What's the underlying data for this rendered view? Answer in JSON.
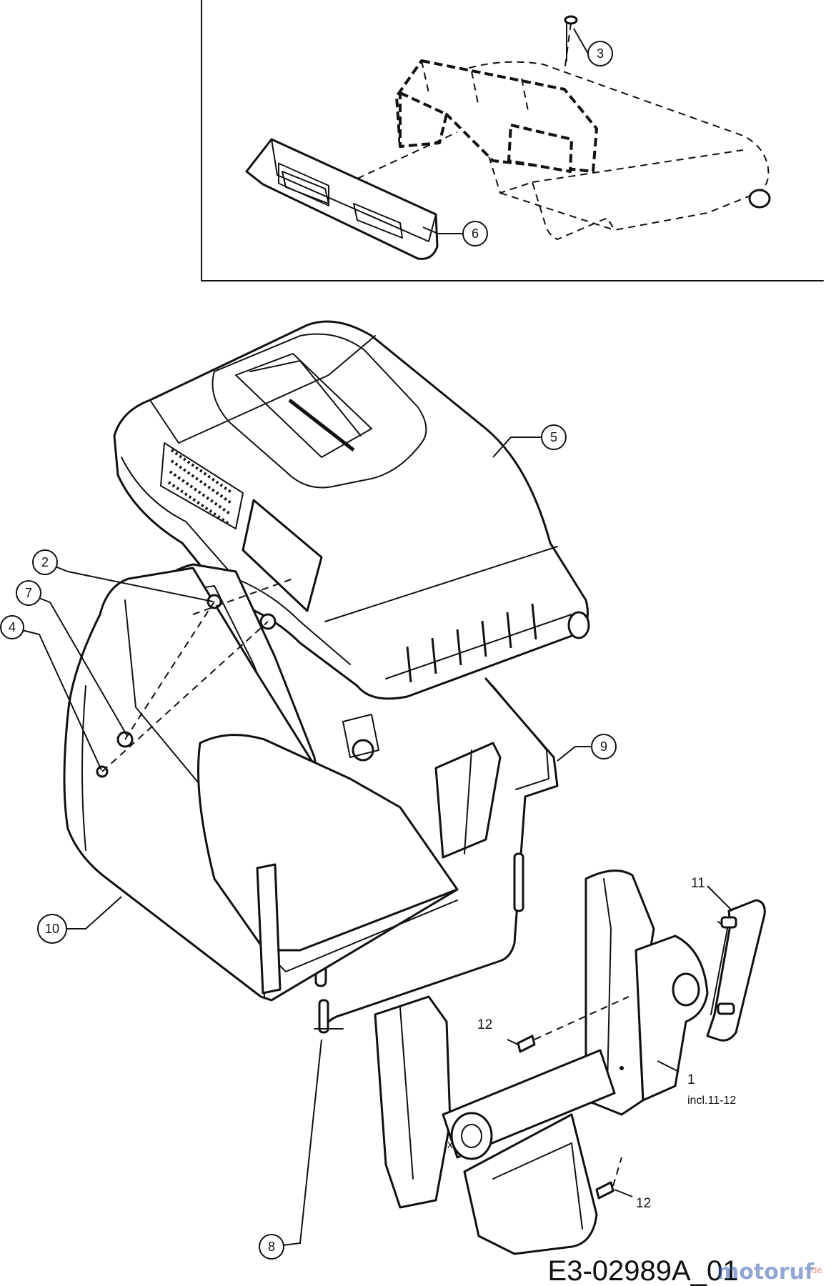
{
  "callouts": [
    {
      "id": "callout-3",
      "number": "3"
    },
    {
      "id": "callout-6",
      "number": "6"
    },
    {
      "id": "callout-5",
      "number": "5"
    },
    {
      "id": "callout-2",
      "number": "2"
    },
    {
      "id": "callout-7",
      "number": "7"
    },
    {
      "id": "callout-4",
      "number": "4"
    },
    {
      "id": "callout-9",
      "number": "9"
    },
    {
      "id": "callout-10",
      "number": "10"
    },
    {
      "id": "callout-8",
      "number": "8"
    }
  ],
  "plain_labels": {
    "part_11": "11",
    "part_12_upper": "12",
    "part_12_lower": "12",
    "part_1": "1",
    "part_1_note": "incl.11-12"
  },
  "drawing_code": "E3-02989A_01",
  "watermark": {
    "brand": "motoruf",
    "suffix": ".de",
    "colors": {
      "primary": "#3a5fb0",
      "accent": "#d9462c"
    }
  }
}
